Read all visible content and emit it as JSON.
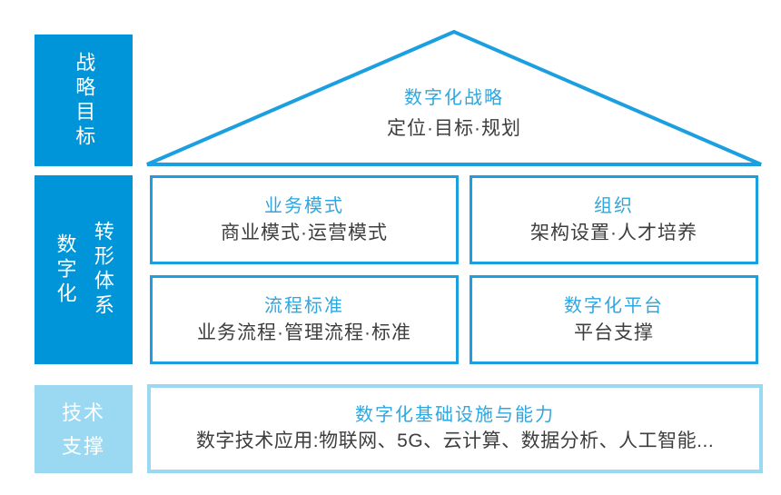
{
  "colors": {
    "solid-blue": "#0095D9",
    "light-blue": "#9BD8F2",
    "border-blue": "#1C9FE0",
    "title-blue": "#2EA7E0",
    "dark-text": "#3E3E3E"
  },
  "left_rail": {
    "strategy_label": "战略目标",
    "transform_col_left": "数字化",
    "transform_col_right": "转形体系",
    "support_line1": "技术",
    "support_line2": "支撑"
  },
  "roof": {
    "title": "数字化战略",
    "subtitle": "定位·目标·规划"
  },
  "grid": [
    {
      "title": "业务模式",
      "subtitle": "商业模式·运营模式"
    },
    {
      "title": "组织",
      "subtitle": "架构设置·人才培养"
    },
    {
      "title": "流程标准",
      "subtitle": "业务流程·管理流程·标准"
    },
    {
      "title": "数字化平台",
      "subtitle": "平台支撑"
    }
  ],
  "foundation": {
    "title": "数字化基础设施与能力",
    "subtitle": "数字技术应用:物联网、5G、云计算、数据分析、人工智能..."
  }
}
